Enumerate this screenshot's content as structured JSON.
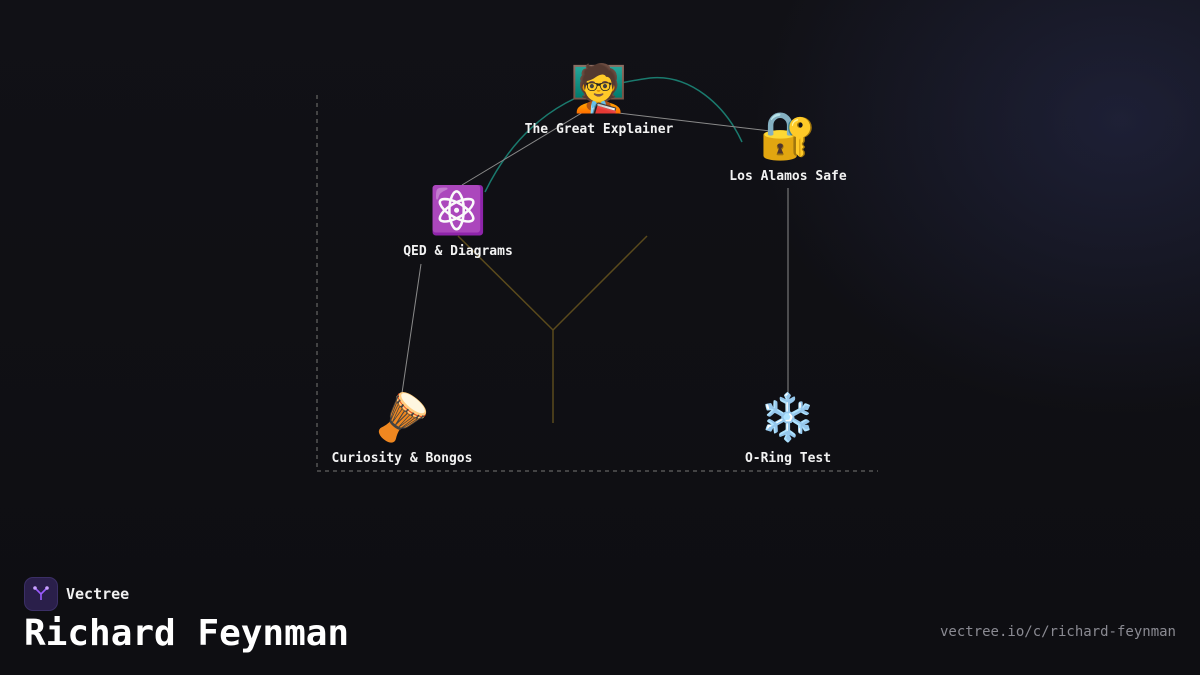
{
  "brand": {
    "name": "Vectree",
    "accent": "#9b5cff",
    "logo_icon": "vectree-tree-icon"
  },
  "page": {
    "title": "Richard Feynman",
    "url": "vectree.io/c/richard-feynman"
  },
  "colors": {
    "background": "#0f0f13",
    "edge_gray": "#8a8a8a",
    "edge_teal": "#1a7a6e",
    "edge_olive": "#5a4a1c",
    "frame_dashed": "#555555"
  },
  "nodes": [
    {
      "id": "great-explainer",
      "icon": "teacher-icon",
      "emoji": "🧑‍🏫",
      "label": "The Great Explainer"
    },
    {
      "id": "los-alamos-safe",
      "icon": "lock-with-key-icon",
      "emoji": "🔐",
      "label": "Los Alamos Safe"
    },
    {
      "id": "qed-diagrams",
      "icon": "atom-icon",
      "emoji": "⚛️",
      "label": "QED & Diagrams"
    },
    {
      "id": "curiosity-bongos",
      "icon": "drum-icon",
      "emoji": "🪘",
      "label": "Curiosity & Bongos"
    },
    {
      "id": "o-ring-test",
      "icon": "snowflake-icon",
      "emoji": "❄️",
      "label": "O-Ring Test"
    }
  ],
  "edges": [
    {
      "from": "great-explainer",
      "to": "los-alamos-safe",
      "style": "gray"
    },
    {
      "from": "great-explainer",
      "to": "qed-diagrams",
      "style": "gray"
    },
    {
      "from": "qed-diagrams",
      "to": "curiosity-bongos",
      "style": "gray"
    },
    {
      "from": "los-alamos-safe",
      "to": "o-ring-test",
      "style": "gray"
    }
  ]
}
